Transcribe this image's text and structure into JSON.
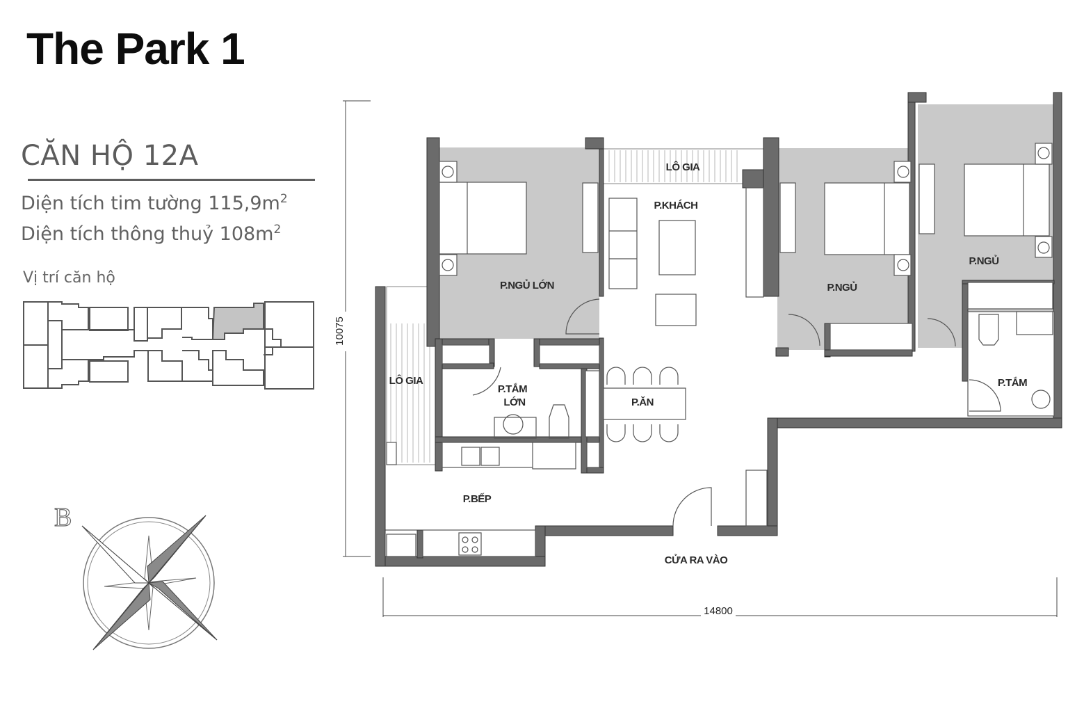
{
  "header": {
    "project_title": "The Park 1"
  },
  "unit": {
    "name": "CĂN HỘ 12A",
    "area_wall_center_label": "Diện tích tim tường 115,9m",
    "area_wall_center_sup": "2",
    "area_net_label": "Diện tích thông thuỷ 108m",
    "area_net_sup": "2",
    "location_label": "Vị trí căn hộ"
  },
  "compass": {
    "north_letter": "B"
  },
  "dimensions": {
    "height": "10075",
    "width": "14800"
  },
  "rooms": {
    "master_bedroom": "P.NGỦ LỚN",
    "living_balcony": "LÔ GIA",
    "living_room": "P.KHÁCH",
    "bedroom_2": "P.NGỦ",
    "bedroom_3": "P.NGỦ",
    "side_balcony": "LÔ GIA",
    "master_bath_line1": "P.TẮM",
    "master_bath_line2": "LỚN",
    "dining": "P.ĂN",
    "bathroom": "P.TẮM",
    "kitchen": "P.BẾP",
    "entrance": "CỬA RA VÀO"
  },
  "colors": {
    "wall": "#6b6b6b",
    "bedroom_fill": "#c9c9c9",
    "highlight_unit": "#c4c4c4",
    "line": "#555555"
  }
}
